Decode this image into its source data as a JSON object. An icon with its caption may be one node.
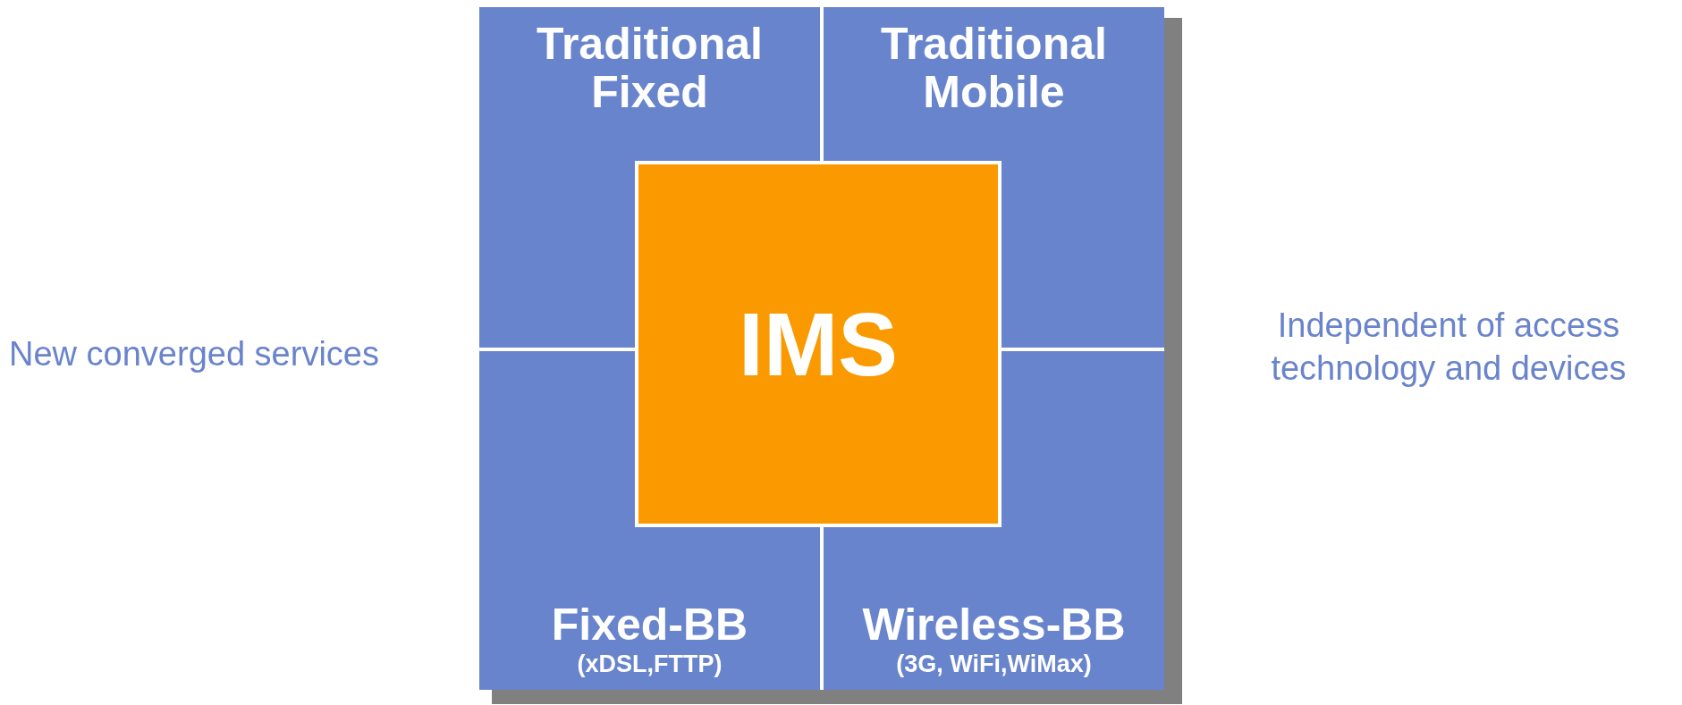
{
  "diagram": {
    "nodes": [
      {
        "text": [
          "Traditional Fixed"
        ]
      },
      {
        "text": [
          "Traditional Mobile"
        ]
      },
      {
        "text": [
          "IMS"
        ]
      },
      {
        "text": [
          "Fixed-BB",
          "(xDSL,FTTP)"
        ]
      },
      {
        "text": [
          "Wireless-BB",
          "(3G, WiFi,WiMax)"
        ]
      }
    ],
    "labels": [
      "New converged services",
      "Independent of access technology and devices"
    ]
  }
}
